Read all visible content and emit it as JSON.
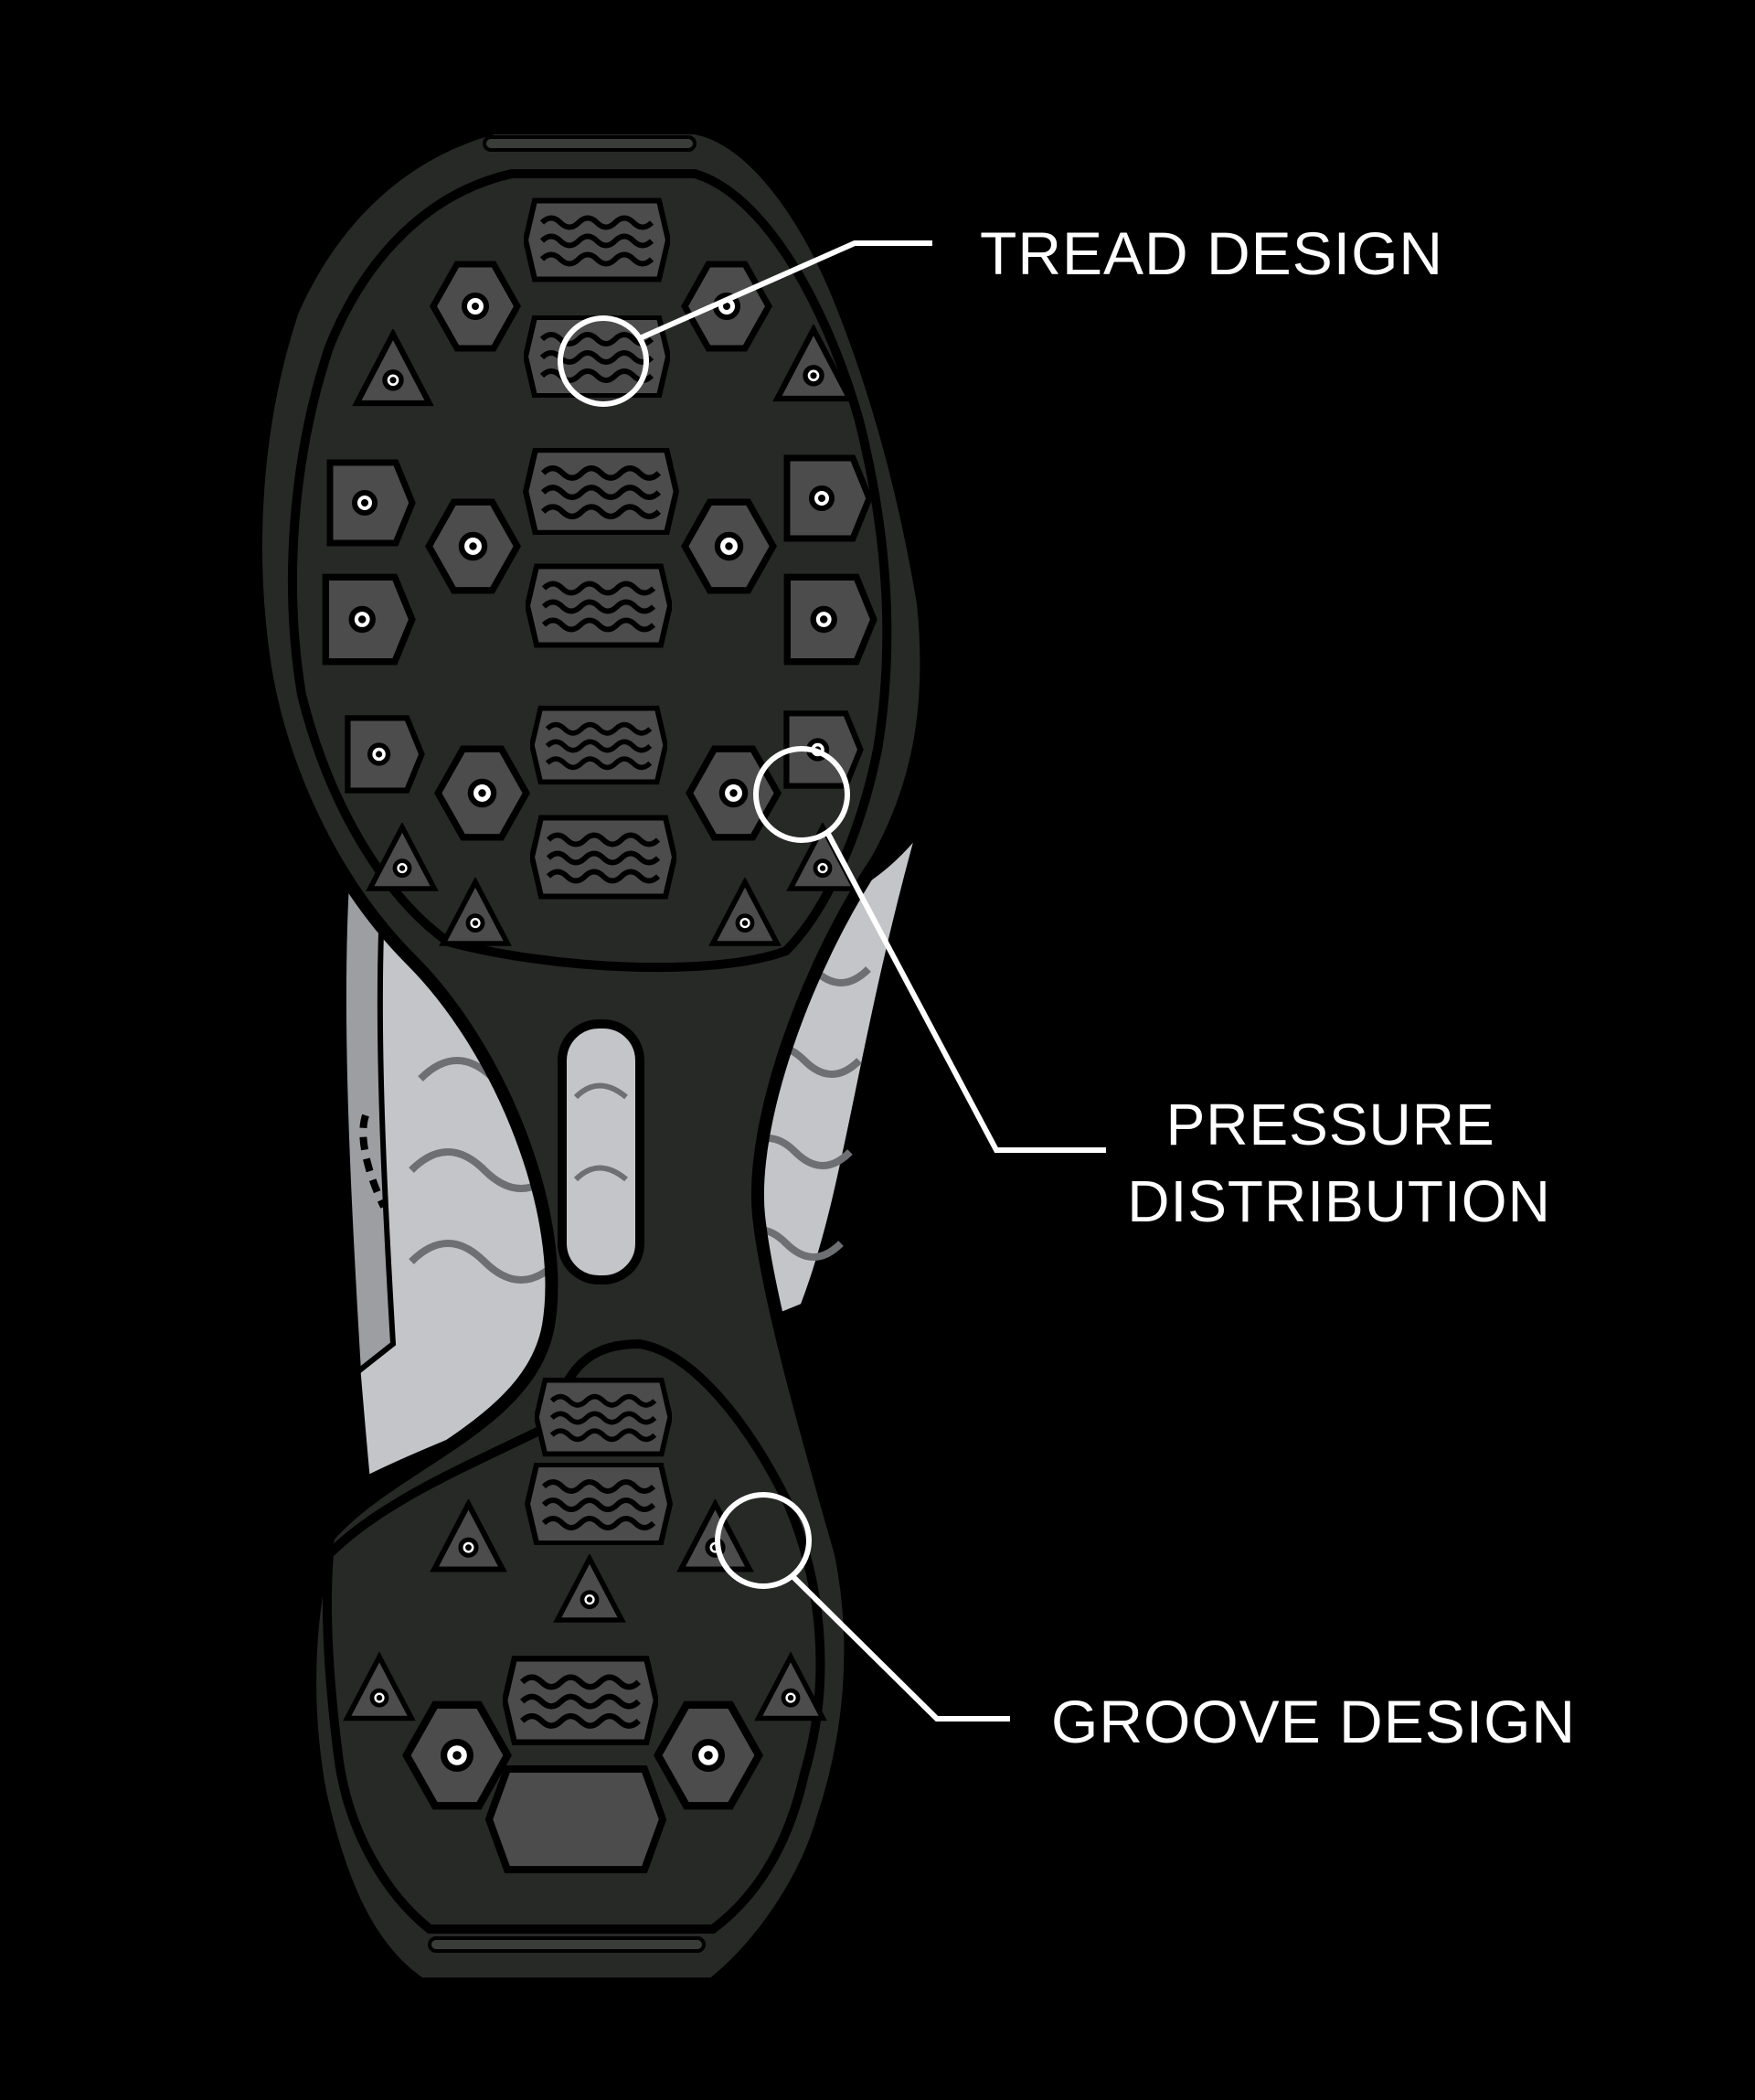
{
  "diagram": {
    "background_color": "#000000",
    "sole_colors": {
      "rubber": "#272927",
      "outline": "#000000",
      "lug_fill": "#4c4c4c",
      "midsole": "#c4c5c8",
      "midsole_shadow": "#9d9ea1"
    },
    "callouts": [
      {
        "id": "tread",
        "lines": [
          "TREAD DESIGN"
        ]
      },
      {
        "id": "pressure",
        "lines": [
          "PRESSURE",
          "DISTRIBUTION"
        ]
      },
      {
        "id": "groove",
        "lines": [
          "GROOVE DESIGN"
        ]
      }
    ]
  }
}
